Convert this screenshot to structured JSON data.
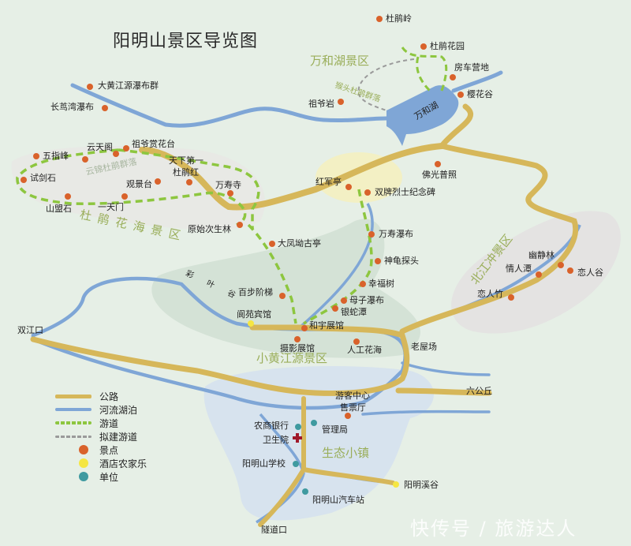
{
  "title": "阳明山景区导览图",
  "colors": {
    "background": "#e6efe6",
    "road": "#d6b75a",
    "river": "#7fa6d6",
    "trail": "#8dc63f",
    "planned_trail": "#9a9a9a",
    "scenic_spot": "#d9622b",
    "hotel": "#f5e642",
    "unit": "#3f9aa0",
    "area_label": "#9aae5a"
  },
  "areas": [
    {
      "id": "wanhehu",
      "label": "万和湖景区"
    },
    {
      "id": "dujuanhuahai",
      "label": "杜鹃花海景区"
    },
    {
      "id": "beijiangchong",
      "label": "北江冲景区"
    },
    {
      "id": "xiaohuangjiangyuan",
      "label": "小黄江源景区"
    },
    {
      "id": "shengtaixiaozhen",
      "label": "生态小镇"
    },
    {
      "id": "yunjin",
      "label": "云锦杜鹃群落"
    },
    {
      "id": "houtou",
      "label": "猴头杜鹃群落"
    }
  ],
  "scenic_spots": [
    {
      "label": "杜鹃岭"
    },
    {
      "label": "杜鹃花园"
    },
    {
      "label": "房车营地"
    },
    {
      "label": "樱花谷"
    },
    {
      "label": "祖爷岩"
    },
    {
      "label": "万和湖"
    },
    {
      "label": "大黄江源瀑布群"
    },
    {
      "label": "长茑湾瀑布"
    },
    {
      "label": "五指峰"
    },
    {
      "label": "云天阁"
    },
    {
      "label": "祖爷赏花台"
    },
    {
      "label": "天下第一"
    },
    {
      "label": "杜鹃红"
    },
    {
      "label": "试剑石"
    },
    {
      "label": "观景台"
    },
    {
      "label": "万寿寺"
    },
    {
      "label": "山盟石"
    },
    {
      "label": "一天门"
    },
    {
      "label": "原始次生林"
    },
    {
      "label": "红军亭"
    },
    {
      "label": "双牌烈士纪念碑"
    },
    {
      "label": "佛光普照"
    },
    {
      "label": "大凤坳古亭"
    },
    {
      "label": "万寿瀑布"
    },
    {
      "label": "神龟探头"
    },
    {
      "label": "幸福树"
    },
    {
      "label": "母子瀑布"
    },
    {
      "label": "银蛇潭"
    },
    {
      "label": "百步阶梯"
    },
    {
      "label": "彩 叶 谷"
    },
    {
      "label": "阆苑宾馆"
    },
    {
      "label": "和宇展馆"
    },
    {
      "label": "摄影展馆"
    },
    {
      "label": "人工花海"
    },
    {
      "label": "老屋场"
    },
    {
      "label": "双江口"
    },
    {
      "label": "幽静林"
    },
    {
      "label": "情人潭"
    },
    {
      "label": "恋人谷"
    },
    {
      "label": "恋人竹"
    },
    {
      "label": "六公丘"
    },
    {
      "label": "游客中心"
    },
    {
      "label": "售票厅"
    },
    {
      "label": "农商银行"
    },
    {
      "label": "管理局"
    },
    {
      "label": "卫生院"
    },
    {
      "label": "阳明山学校"
    },
    {
      "label": "阳明溪谷"
    },
    {
      "label": "阳明山汽车站"
    },
    {
      "label": "隧道口"
    }
  ],
  "legend": {
    "road": "公路",
    "river": "河流湖泊",
    "trail": "游道",
    "planned_trail": "拟建游道",
    "scenic_spot": "景点",
    "hotel": "酒店农家乐",
    "unit": "单位"
  },
  "watermark": "快传号 / 旅游达人"
}
